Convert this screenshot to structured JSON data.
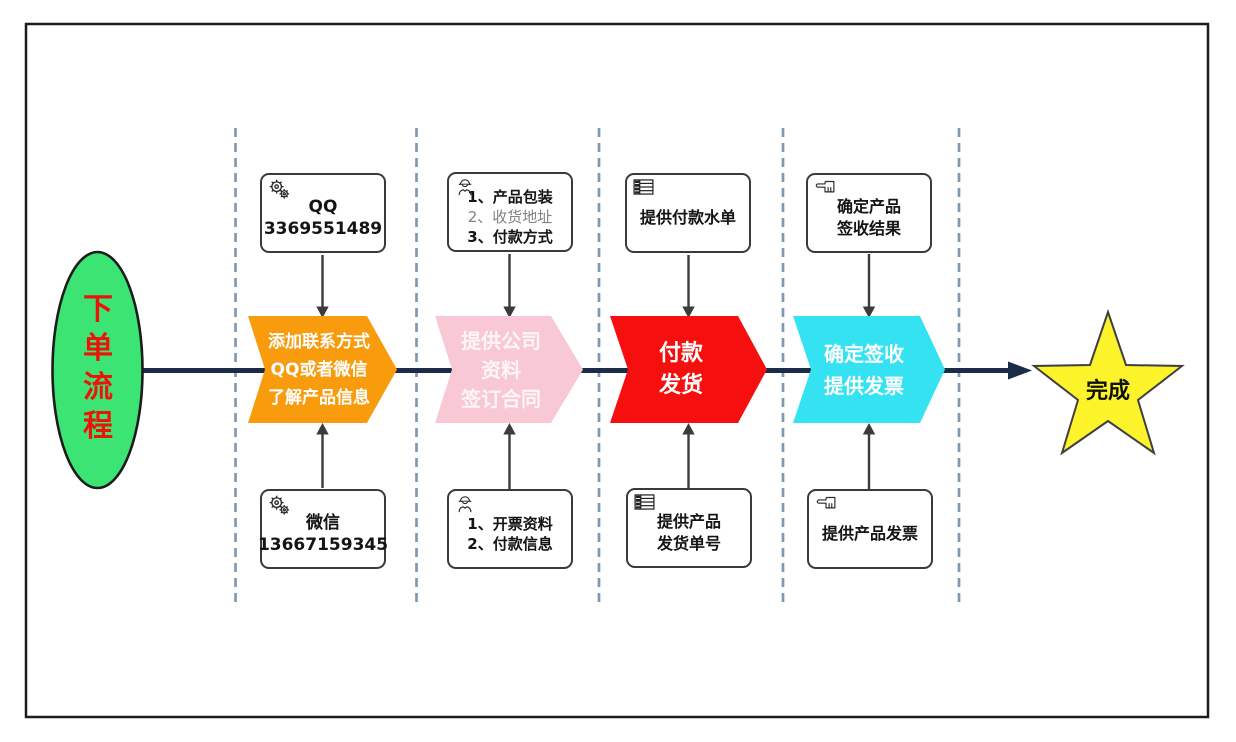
{
  "diagram": {
    "start": {
      "label": "下单流程",
      "fill": "#3CE573",
      "text_color": "#EE1309"
    },
    "finish": {
      "label": "完成",
      "fill": "#FCF32B"
    },
    "flow_line_color": "#1B2B48",
    "separator_color": "#7E99B5",
    "connector_color": "#3B3B3B",
    "steps": [
      {
        "label_lines": [
          "添加联系方式",
          "QQ或者微信",
          "了解产品信息"
        ],
        "fill": "#F89C0E",
        "top_note": {
          "icon": "gears-icon",
          "lines": [
            "QQ",
            "3369551489"
          ]
        },
        "bottom_note": {
          "icon": "gears-icon",
          "lines": [
            "微信",
            "13667159345"
          ]
        }
      },
      {
        "label_lines": [
          "提供公司",
          "资料",
          "签订合同"
        ],
        "fill": "#F8C9D4",
        "top_note": {
          "icon": "engineer-icon",
          "lines": [
            "1、产品包装",
            "2、收货地址",
            "3、付款方式"
          ]
        },
        "bottom_note": {
          "icon": "engineer-icon",
          "lines": [
            "1、开票资料",
            "2、付款信息"
          ]
        }
      },
      {
        "label_lines": [
          "付款",
          "发货"
        ],
        "fill": "#F5100F",
        "top_note": {
          "icon": "table-icon",
          "lines": [
            "提供付款水单"
          ]
        },
        "bottom_note": {
          "icon": "table-icon",
          "lines": [
            "提供产品",
            "发货单号"
          ]
        }
      },
      {
        "label_lines": [
          "确定签收",
          "提供发票"
        ],
        "fill": "#35E2F2",
        "top_note": {
          "icon": "hand-icon",
          "lines": [
            "确定产品",
            "签收结果"
          ]
        },
        "bottom_note": {
          "icon": "hand-icon",
          "lines": [
            "提供产品发票"
          ]
        }
      }
    ]
  }
}
